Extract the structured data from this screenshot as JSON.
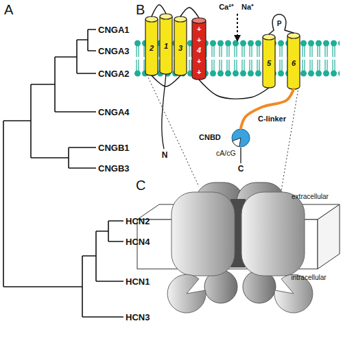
{
  "diagram": {
    "nodes": [
      {
        "text": [
          "2"
        ]
      },
      {
        "text": [
          "1"
        ]
      },
      {
        "text": [
          "3"
        ]
      },
      {
        "text": [
          "+",
          "+",
          "4",
          "+",
          "+"
        ]
      },
      {
        "text": [
          "5"
        ]
      },
      {
        "text": [
          "P"
        ]
      },
      {
        "text": [
          "6"
        ]
      },
      {
        "text": [
          "CNBD",
          "cA/cG"
        ]
      }
    ],
    "edges": [
      {
        "from": 1,
        "to": 0,
        "arrow": "none"
      },
      {
        "from": 0,
        "to": 2,
        "arrow": "none"
      },
      {
        "from": 2,
        "to": 3,
        "arrow": "none"
      },
      {
        "from": 3,
        "to": 4,
        "arrow": "none"
      },
      {
        "from": 4,
        "to": 5,
        "arrow": "none"
      },
      {
        "from": 5,
        "to": 6,
        "arrow": "none"
      },
      {
        "from": 6,
        "to": 7,
        "label": "C-linker",
        "arrow": "none"
      }
    ],
    "labels": [
      "A",
      "CNGA1",
      "CNGA3",
      "CNGA2",
      "CNGA4",
      "CNGB1",
      "CNGB3",
      "HCN2",
      "HCN4",
      "HCN1",
      "HCN3",
      "B",
      "Ca²⁺",
      "Na⁺",
      "N",
      "C",
      "C",
      "extracellular",
      "intracellular"
    ]
  }
}
